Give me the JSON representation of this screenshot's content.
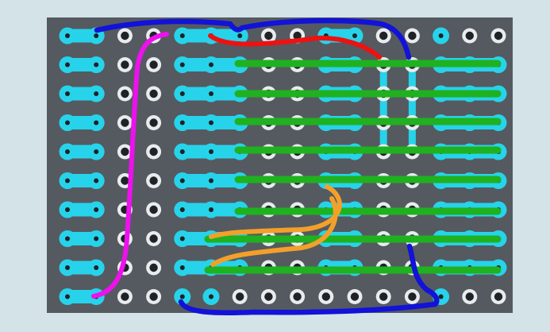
{
  "board": {
    "columns": 16,
    "rows": 10,
    "colors": {
      "page_background": "#d3e3e8",
      "board": "#555a60",
      "pad_cyan": "#27d3ea",
      "hole": "#1f2226",
      "ring": "#e8ecee",
      "wire_green": "#1fb11f",
      "wire_blue": "#1212d8",
      "wire_red": "#ee1111",
      "wire_magenta": "#ee11ee",
      "wire_orange": "#f3a02a"
    }
  },
  "wires": [
    {
      "name": "green-wire-row-2",
      "color": "wire_green"
    },
    {
      "name": "green-wire-row-3",
      "color": "wire_green"
    },
    {
      "name": "green-wire-row-4",
      "color": "wire_green"
    },
    {
      "name": "green-wire-row-5",
      "color": "wire_green"
    },
    {
      "name": "green-wire-row-6",
      "color": "wire_green"
    },
    {
      "name": "green-wire-row-7",
      "color": "wire_green"
    },
    {
      "name": "green-wire-row-8",
      "color": "wire_green"
    },
    {
      "name": "green-wire-row-9",
      "color": "wire_green"
    },
    {
      "name": "blue-wire-top",
      "color": "wire_blue"
    },
    {
      "name": "blue-wire-right",
      "color": "wire_blue"
    },
    {
      "name": "blue-wire-bottom",
      "color": "wire_blue"
    },
    {
      "name": "red-wire-top",
      "color": "wire_red"
    },
    {
      "name": "magenta-wire-left",
      "color": "wire_magenta"
    },
    {
      "name": "orange-wire-upper",
      "color": "wire_orange"
    },
    {
      "name": "orange-wire-lower",
      "color": "wire_orange"
    }
  ]
}
